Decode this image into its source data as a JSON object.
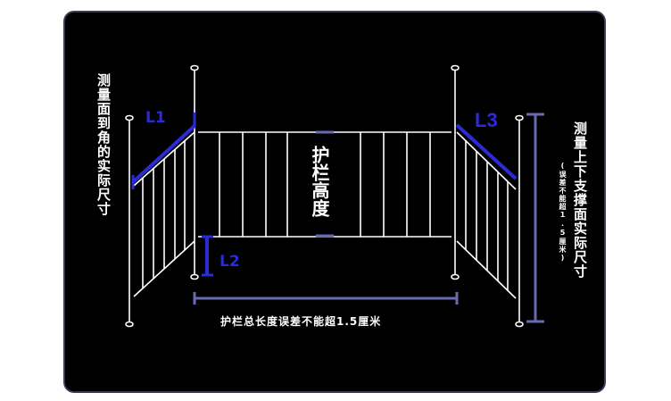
{
  "labels": {
    "left": "测量面到角的实际尺寸",
    "right": "测量上下支撑面实际尺寸",
    "right_note": "(误差不能超1.5厘米)",
    "height": "护栏高度",
    "total": "护栏总长度误差不能超1.5厘米",
    "l1": "L1",
    "l2": "L2",
    "l3": "L3"
  },
  "colors": {
    "panel": "#000000",
    "rail": "#ffffff",
    "measure_main": "#2b2bd6",
    "measure_secondary": "#6a6ab0"
  }
}
